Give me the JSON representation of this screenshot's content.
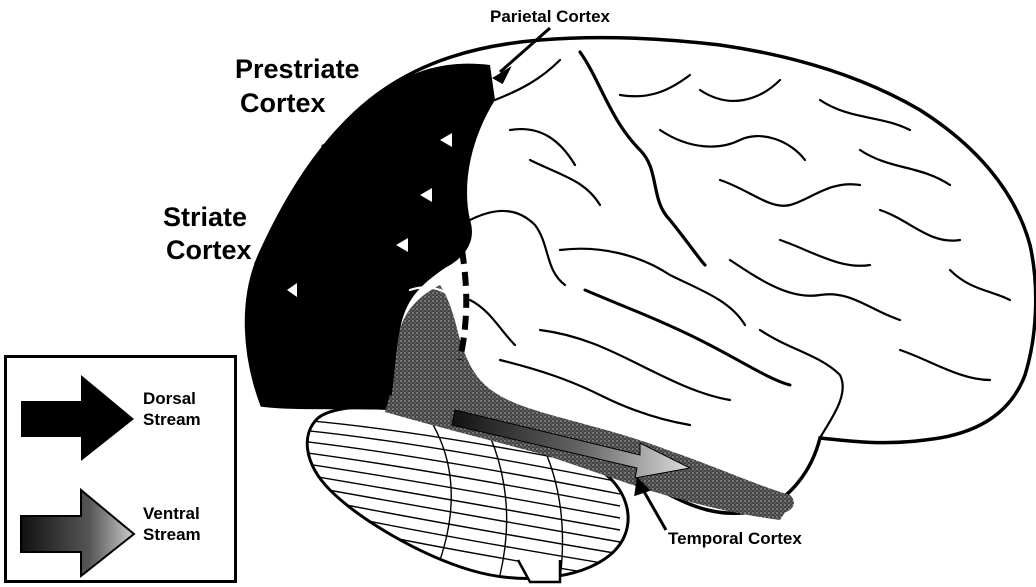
{
  "labels": {
    "parietal": "Parietal Cortex",
    "prestriate_line1": "Prestriate",
    "prestriate_line2": "Cortex",
    "striate_line1": "Striate",
    "striate_line2": "Cortex",
    "temporal": "Temporal Cortex"
  },
  "legend": {
    "dorsal_line1": "Dorsal",
    "dorsal_line2": "Stream",
    "ventral_line1": "Ventral",
    "ventral_line2": "Stream"
  },
  "colors": {
    "dorsal_fill": "#000000",
    "ventral_fill": "#3a3a3a",
    "brain_fill": "#ffffff",
    "outline": "#000000"
  }
}
